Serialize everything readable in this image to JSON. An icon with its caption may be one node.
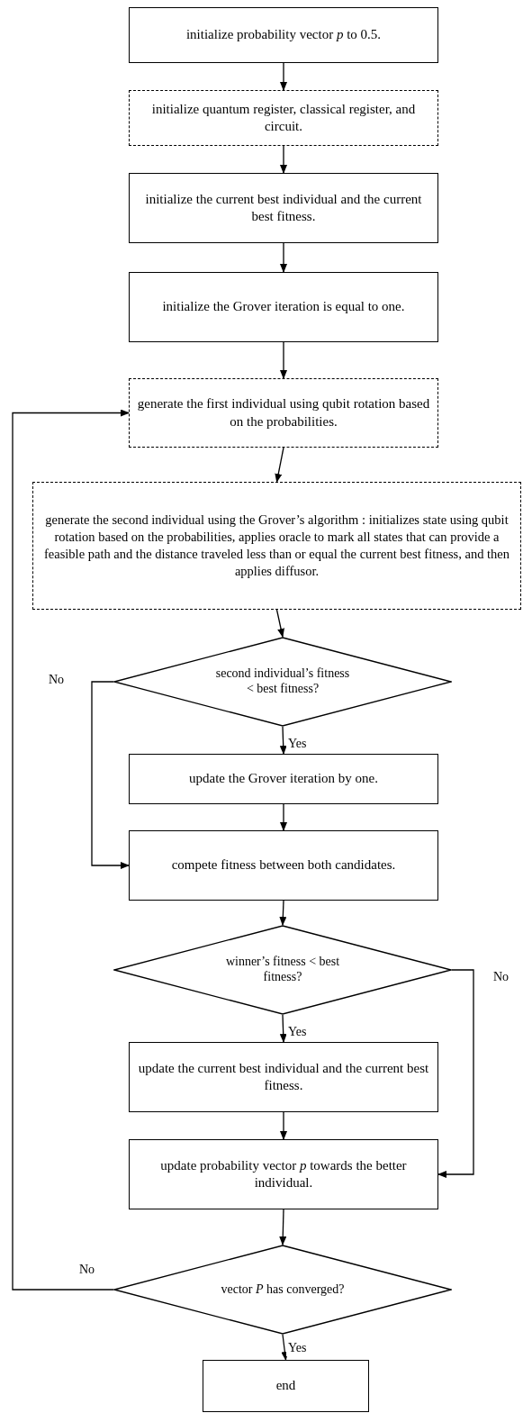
{
  "diagram": {
    "nodes": [
      {
        "text": [
          "initialize probability vector *p* to 0.5."
        ]
      },
      {
        "text": [
          "initialize quantum register, classical register, and circuit."
        ]
      },
      {
        "text": [
          "initialize the current best individual and the current best fitness."
        ]
      },
      {
        "text": [
          "initialize the Grover iteration is equal to one."
        ]
      },
      {
        "text": [
          "generate the first individual using qubit rotation based on the probabilities."
        ]
      },
      {
        "text": [
          "generate the  second individual using the Grover’s algorithm : initializes state using qubit rotation based on the probabilities, applies oracle to mark all states that can provide a feasible path and the distance traveled less than or equal  the current best fitness, and then applies diffusor."
        ]
      },
      {
        "text": [
          "second individual’s fitness < best fitness?"
        ]
      },
      {
        "text": [
          "update the Grover iteration by one."
        ]
      },
      {
        "text": [
          "compete fitness between both candidates."
        ]
      },
      {
        "text": [
          "winner’s fitness < best fitness?"
        ]
      },
      {
        "text": [
          "update the current best individual and the current best fitness."
        ]
      },
      {
        "text": [
          "update probability vector *p* towards the better individual."
        ]
      },
      {
        "text": [
          "vector *P* has converged?"
        ]
      },
      {
        "text": [
          "end"
        ]
      }
    ],
    "edges": [
      {
        "from": 0,
        "to": 1,
        "arrow": "to"
      },
      {
        "from": 1,
        "to": 2,
        "arrow": "to"
      },
      {
        "from": 2,
        "to": 3,
        "arrow": "to"
      },
      {
        "from": 3,
        "to": 4,
        "arrow": "to"
      },
      {
        "from": 4,
        "to": 5,
        "arrow": "to"
      },
      {
        "from": 5,
        "to": 6,
        "arrow": "to"
      },
      {
        "from": 6,
        "to": 7,
        "arrow": "to",
        "label": "Yes"
      },
      {
        "from": 6,
        "to": 8,
        "arrow": "to",
        "label": "No"
      },
      {
        "from": 7,
        "to": 8,
        "arrow": "to"
      },
      {
        "from": 8,
        "to": 9,
        "arrow": "to"
      },
      {
        "from": 9,
        "to": 10,
        "arrow": "to",
        "label": "Yes"
      },
      {
        "from": 9,
        "to": 11,
        "arrow": "to",
        "label": "No"
      },
      {
        "from": 10,
        "to": 11,
        "arrow": "to"
      },
      {
        "from": 11,
        "to": 12,
        "arrow": "to"
      },
      {
        "from": 12,
        "to": 4,
        "arrow": "to",
        "label": "No"
      },
      {
        "from": 12,
        "to": 13,
        "arrow": "to",
        "label": "Yes"
      }
    ]
  }
}
